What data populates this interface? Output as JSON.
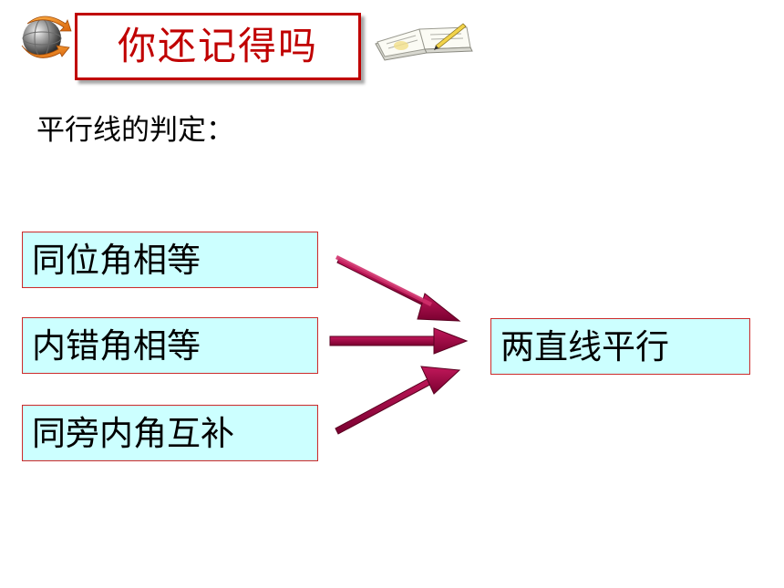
{
  "header": {
    "title": "你还记得吗"
  },
  "subtitle": "平行线的判定：",
  "conditions": [
    {
      "label": "同位角相等"
    },
    {
      "label": "内错角相等"
    },
    {
      "label": "同旁内角互补"
    }
  ],
  "result": {
    "label": "两直线平行"
  },
  "colors": {
    "title_red": "#c00000",
    "box_fill": "#ccffff",
    "box_border": "#cc2a2a",
    "arrow": "#99003a"
  },
  "icons": {
    "left": "globe-arrow-icon",
    "right": "open-book-pencil-icon"
  }
}
